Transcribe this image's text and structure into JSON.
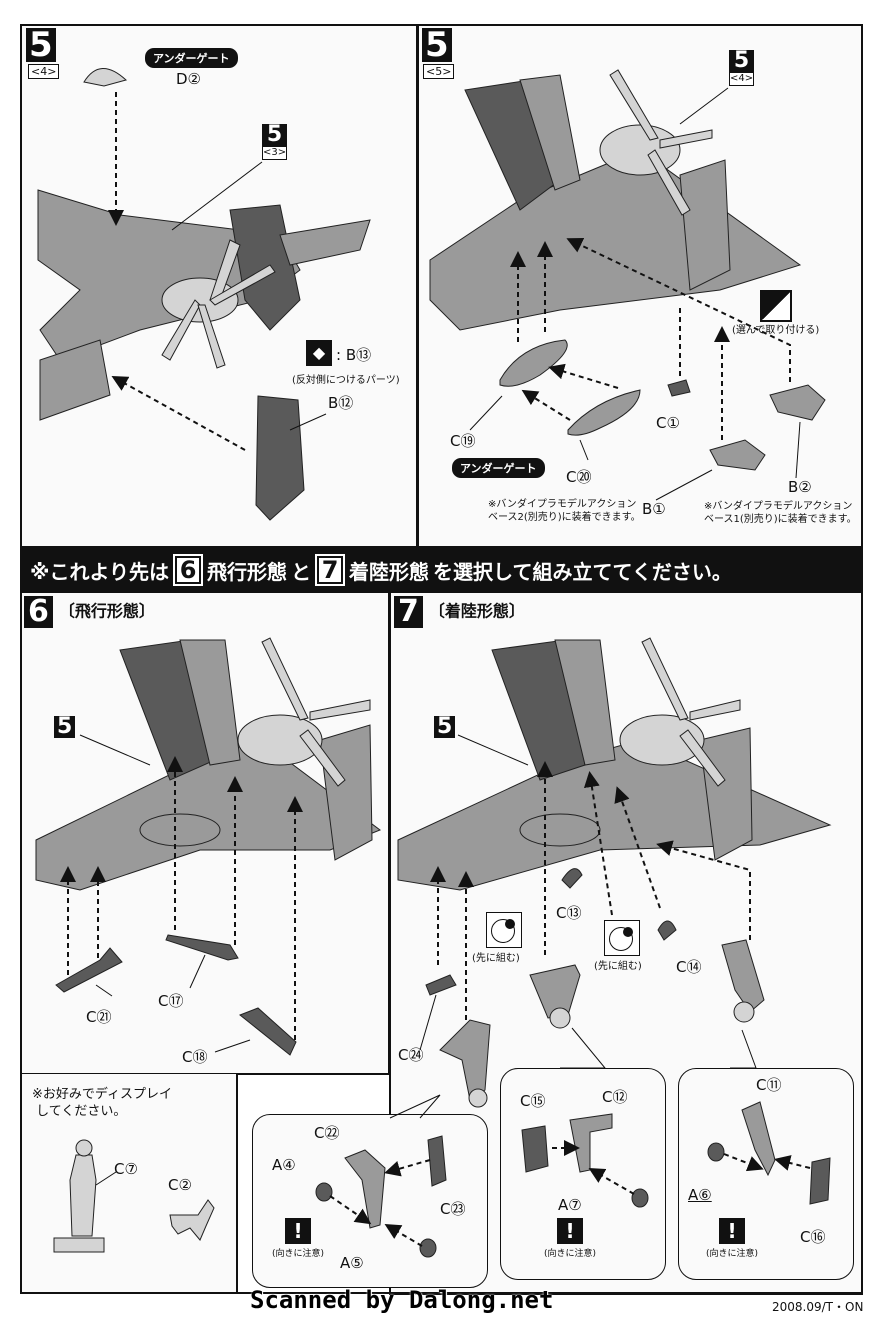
{
  "step5_left": {
    "step": "5",
    "sub": "<4>",
    "tag": "アンダーゲート",
    "parts": {
      "d2": "D②",
      "b13": ": B⑬",
      "b13_note": "(反対側につけるパーツ)",
      "b12": "B⑫"
    },
    "ref": {
      "n": "5",
      "s": "<3>"
    }
  },
  "step5_right": {
    "step": "5",
    "sub": "<5>",
    "ref": {
      "n": "5",
      "s": "<4>"
    },
    "choose_note": "(選んで取り付ける)",
    "tag": "アンダーゲート",
    "parts": {
      "c19": "C⑲",
      "c20": "C⑳",
      "c1": "C①",
      "b1": "B①",
      "b2": "B②"
    },
    "note_base2": "※バンダイプラモデルアクション\nベース2(別売り)に装着できます。",
    "note_base1": "※バンダイプラモデルアクション\nベース1(別売り)に装着できます。"
  },
  "banner": {
    "prefix": "※これより先は",
    "box6": "6",
    "mode6": "飛行形態",
    "and": "と",
    "box7": "7",
    "mode7": "着陸形態",
    "suffix": "を選択して組み立ててください。"
  },
  "step6": {
    "step": "6",
    "title": "〔飛行形態〕",
    "ref": "5",
    "parts": {
      "c21": "C㉑",
      "c17": "C⑰",
      "c18": "C⑱"
    }
  },
  "display": {
    "note": "※お好みでディスプレイ\n してください。",
    "parts": {
      "c7": "C⑦",
      "c2": "C②"
    }
  },
  "step7": {
    "step": "7",
    "title": "〔着陸形態〕",
    "ref": "5",
    "first_note": "(先に組む)",
    "parts": {
      "c13": "C⑬",
      "c14": "C⑭",
      "c24": "C㉔",
      "c22": "C㉒",
      "a4": "A④",
      "c23": "C㉓",
      "a5": "A⑤",
      "c15": "C⑮",
      "c12": "C⑫",
      "a7": "A⑦",
      "c11": "C⑪",
      "a6": "A⑥",
      "c16": "C⑯"
    },
    "warn_label": "(向きに注意)"
  },
  "footer": {
    "scan": "Scanned by Dalong.net",
    "code": "2008.09/T・ON"
  }
}
